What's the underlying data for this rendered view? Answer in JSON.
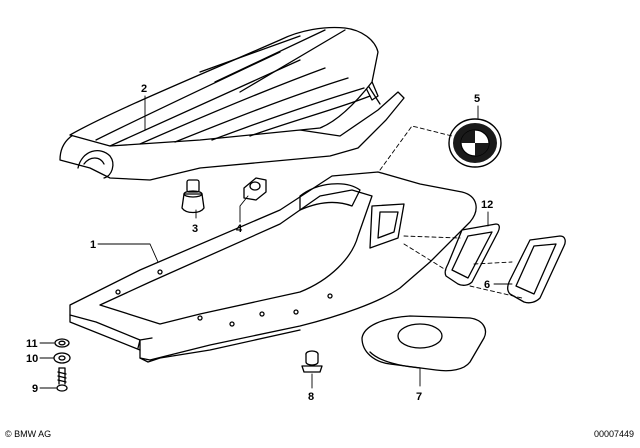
{
  "callouts": {
    "c1": "1",
    "c2": "2",
    "c3": "3",
    "c4": "4",
    "c5": "5",
    "c6": "6",
    "c7": "7",
    "c8": "8",
    "c9": "9",
    "c10": "10",
    "c11": "11",
    "c12": "12"
  },
  "footer": {
    "copyright": "© BMW AG",
    "doc_number": "00007449"
  }
}
